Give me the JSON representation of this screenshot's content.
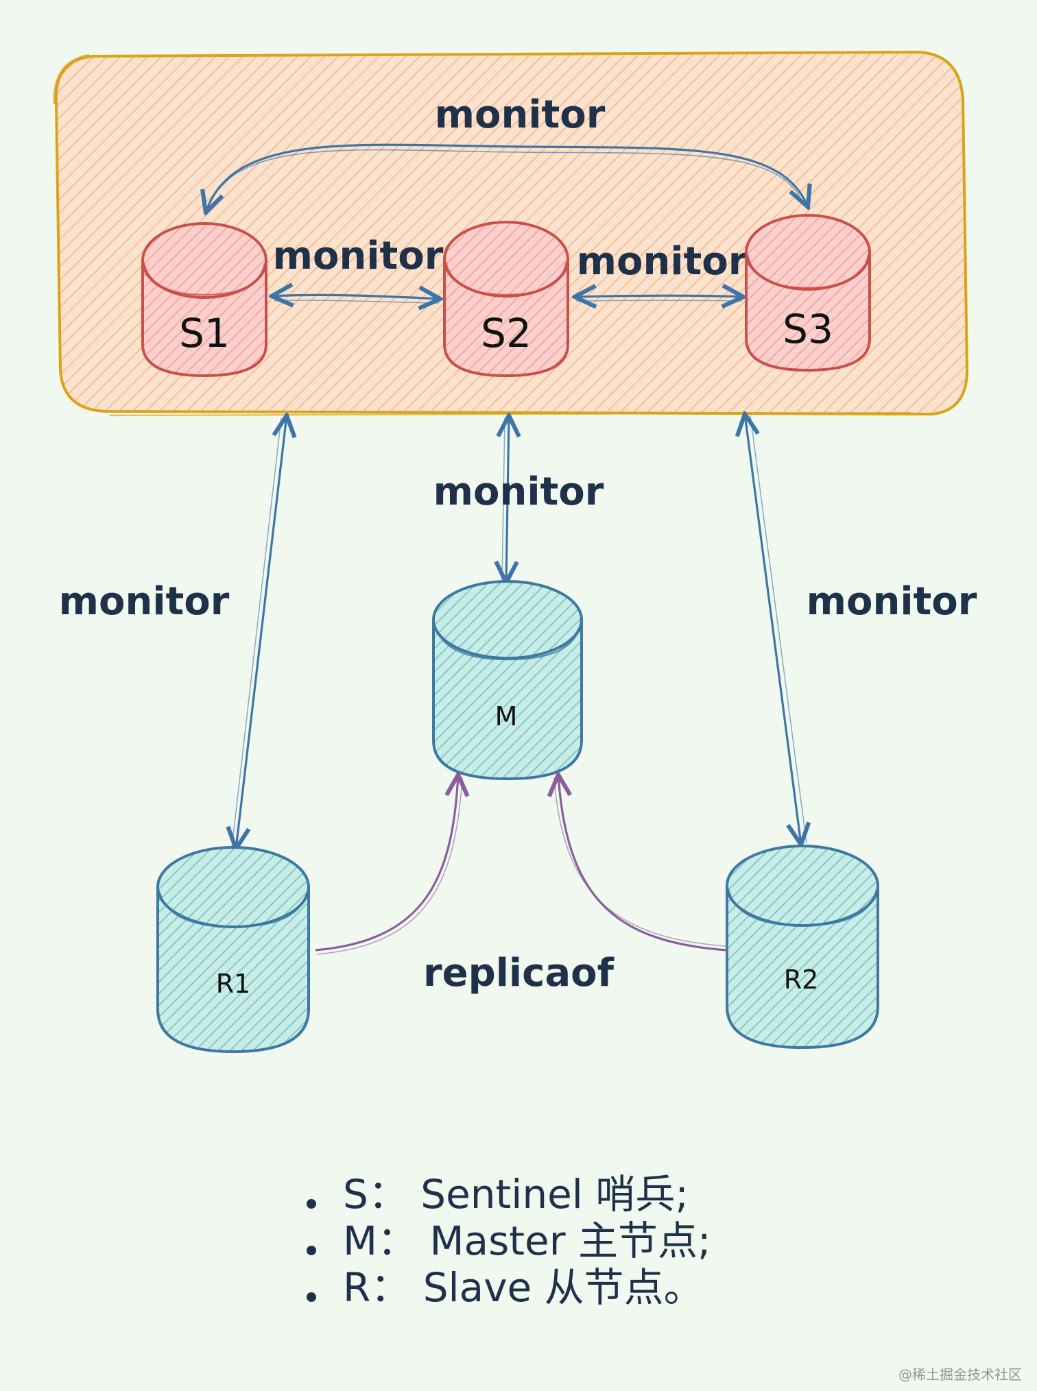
{
  "nodes": {
    "s1": {
      "label": "S1"
    },
    "s2": {
      "label": "S2"
    },
    "s3": {
      "label": "S3"
    },
    "m": {
      "label": "M"
    },
    "r1": {
      "label": "R1"
    },
    "r2": {
      "label": "R2"
    }
  },
  "edge_labels": {
    "top_monitor": "monitor",
    "s1_s2_monitor": "monitor",
    "s2_s3_monitor": "monitor",
    "master_monitor": "monitor",
    "left_monitor": "monitor",
    "right_monitor": "monitor",
    "replicaof": "replicaof"
  },
  "legend": {
    "items": [
      "S： Sentinel 哨兵;",
      "M： Master 主节点;",
      "R： Slave 从节点。"
    ]
  },
  "watermark": "@稀土掘金技术社区",
  "colors": {
    "background": "#f0f8ef",
    "sentinel_group_fill": "#fbdcc2",
    "sentinel_group_stroke": "#d8a419",
    "sentinel_fill": "#f8c8c4",
    "sentinel_stroke": "#c9504a",
    "db_fill": "#a9ddd8",
    "db_stroke": "#3f78a0",
    "monitor_arrow": "#3f75a6",
    "replicaof_arrow": "#8c5d9b",
    "text": "#1f3049"
  }
}
